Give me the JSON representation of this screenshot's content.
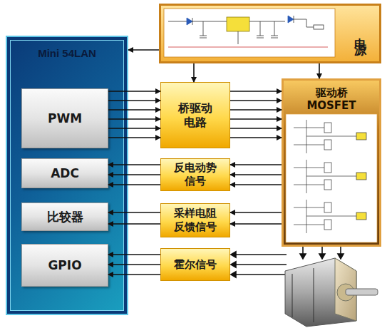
{
  "diagram": {
    "nodes": [
      {
        "text": [
          "电源"
        ]
      },
      {
        "text": [
          "Mini 54LAN"
        ]
      },
      {
        "text": [
          "PWM"
        ],
        "in": 1
      },
      {
        "text": [
          "ADC"
        ],
        "in": 1
      },
      {
        "text": [
          "比较器"
        ],
        "in": 1
      },
      {
        "text": [
          "GPIO"
        ],
        "in": 1
      },
      {
        "text": [
          "桥驱动 电路"
        ]
      },
      {
        "text": [
          "驱动桥 MOSFET"
        ]
      },
      {
        "text": [
          "反电动势 信号"
        ]
      },
      {
        "text": [
          "采样电阻 反馈信号"
        ]
      },
      {
        "text": [
          "霍尔信号"
        ]
      }
    ],
    "edges": [
      {
        "from": 0,
        "to": 1,
        "arrow": "to"
      },
      {
        "from": 0,
        "to": 6,
        "arrow": "to"
      },
      {
        "from": 0,
        "to": 7,
        "arrow": "to"
      },
      {
        "from": 2,
        "to": 6,
        "arrow": "to"
      },
      {
        "from": 2,
        "to": 6,
        "arrow": "to"
      },
      {
        "from": 2,
        "to": 6,
        "arrow": "to"
      },
      {
        "from": 2,
        "to": 6,
        "arrow": "to"
      },
      {
        "from": 2,
        "to": 6,
        "arrow": "to"
      },
      {
        "from": 2,
        "to": 6,
        "arrow": "to"
      },
      {
        "from": 6,
        "to": 7,
        "arrow": "to"
      },
      {
        "from": 6,
        "to": 7,
        "arrow": "to"
      },
      {
        "from": 6,
        "to": 7,
        "arrow": "to"
      },
      {
        "from": 6,
        "to": 7,
        "arrow": "to"
      },
      {
        "from": 6,
        "to": 7,
        "arrow": "to"
      },
      {
        "from": 6,
        "to": 7,
        "arrow": "to"
      },
      {
        "from": 8,
        "to": 3,
        "arrow": "to"
      },
      {
        "from": 8,
        "to": 3,
        "arrow": "to"
      },
      {
        "from": 8,
        "to": 3,
        "arrow": "to"
      },
      {
        "from": 7,
        "to": 8,
        "arrow": "to"
      },
      {
        "from": 7,
        "to": 8,
        "arrow": "to"
      },
      {
        "from": 7,
        "to": 8,
        "arrow": "to"
      },
      {
        "from": 9,
        "to": 4,
        "arrow": "to"
      },
      {
        "from": 9,
        "to": 4,
        "arrow": "to"
      },
      {
        "from": 7,
        "to": 9,
        "arrow": "to"
      },
      {
        "from": 7,
        "to": 9,
        "arrow": "to"
      },
      {
        "from": 10,
        "to": 5,
        "arrow": "to"
      },
      {
        "from": 10,
        "to": 5,
        "arrow": "to"
      },
      {
        "from": 10,
        "to": 5,
        "arrow": "to"
      }
    ]
  }
}
